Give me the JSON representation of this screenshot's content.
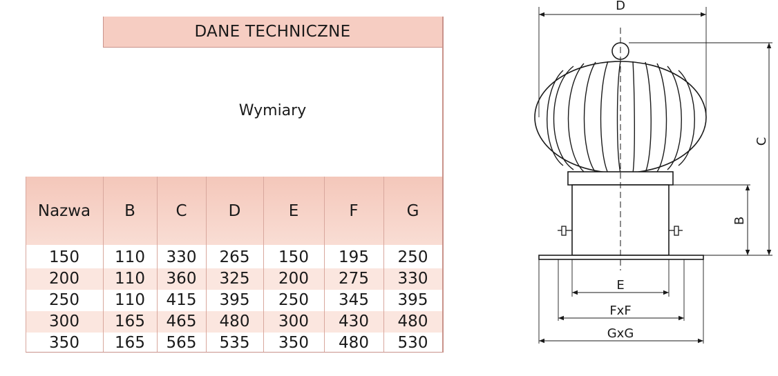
{
  "table": {
    "title": "DANE TECHNICZNE",
    "subtitle": "Wymiary",
    "headers": [
      "Nazwa",
      "B",
      "C",
      "D",
      "E",
      "F",
      "G"
    ],
    "rows": [
      [
        "150",
        "110",
        "330",
        "265",
        "150",
        "195",
        "250"
      ],
      [
        "200",
        "110",
        "360",
        "325",
        "200",
        "275",
        "330"
      ],
      [
        "250",
        "110",
        "415",
        "395",
        "250",
        "345",
        "395"
      ],
      [
        "300",
        "165",
        "465",
        "480",
        "300",
        "430",
        "480"
      ],
      [
        "350",
        "165",
        "565",
        "535",
        "350",
        "480",
        "530"
      ]
    ]
  },
  "diagram": {
    "label_d": "D",
    "label_c": "C",
    "label_b": "B",
    "label_e": "E",
    "label_f": "FxF",
    "label_g": "GxG"
  },
  "colors": {
    "header_fill": "#f6cdc2",
    "row_alt_fill": "#fbe6df",
    "border": "#c9928a",
    "line": "#1a1a1a"
  }
}
